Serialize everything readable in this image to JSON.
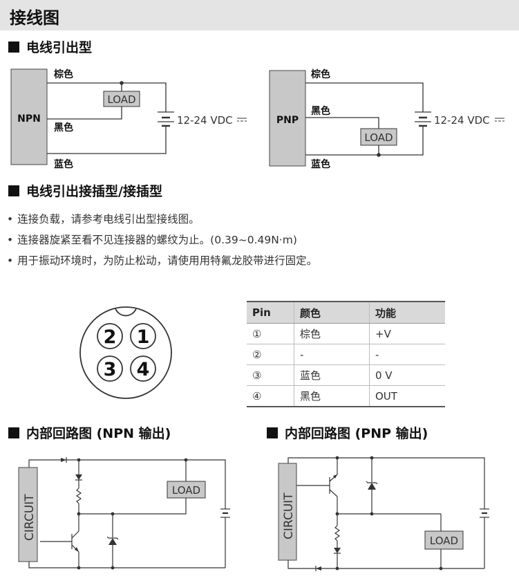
{
  "page": {
    "title": "接线图",
    "sections": {
      "cable": "电线引出型",
      "connector": "电线引出接插型/接插型",
      "npn_circuit": "内部回路图 (NPN 输出)",
      "pnp_circuit": "内部回路图 (PNP 输出)"
    }
  },
  "wiring": {
    "npn": {
      "type_label": "NPN",
      "wire_brown": "棕色",
      "wire_black": "黑色",
      "wire_blue": "蓝色",
      "load": "LOAD",
      "supply": "12-24 VDC"
    },
    "pnp": {
      "type_label": "PNP",
      "wire_brown": "棕色",
      "wire_black": "黑色",
      "wire_blue": "蓝色",
      "load": "LOAD",
      "supply": "12-24 VDC"
    }
  },
  "notes": [
    "连接负载，请参考电线引出型接线图。",
    "连接器旋紧至看不见连接器的螺纹为止。(0.39~0.49N·m)",
    "用于振动环境时，为防止松动，请使用用特氟龙胶带进行固定。"
  ],
  "connector": {
    "pins": [
      "2",
      "1",
      "3",
      "4"
    ]
  },
  "pin_table": {
    "headers": [
      "Pin",
      "颜色",
      "功能"
    ],
    "rows": [
      [
        "①",
        "棕色",
        "+V"
      ],
      [
        "②",
        "-",
        "-"
      ],
      [
        "③",
        "蓝色",
        "0 V"
      ],
      [
        "④",
        "黑色",
        "OUT"
      ]
    ]
  },
  "circuits": {
    "npn": {
      "circuit_label": "CIRCUIT",
      "load": "LOAD"
    },
    "pnp": {
      "circuit_label": "CIRCUIT",
      "load": "LOAD"
    }
  },
  "colors": {
    "title_bar": "#e4e4e4",
    "component_fill": "#c8c8c8",
    "table_header": "#d9d9d9"
  }
}
